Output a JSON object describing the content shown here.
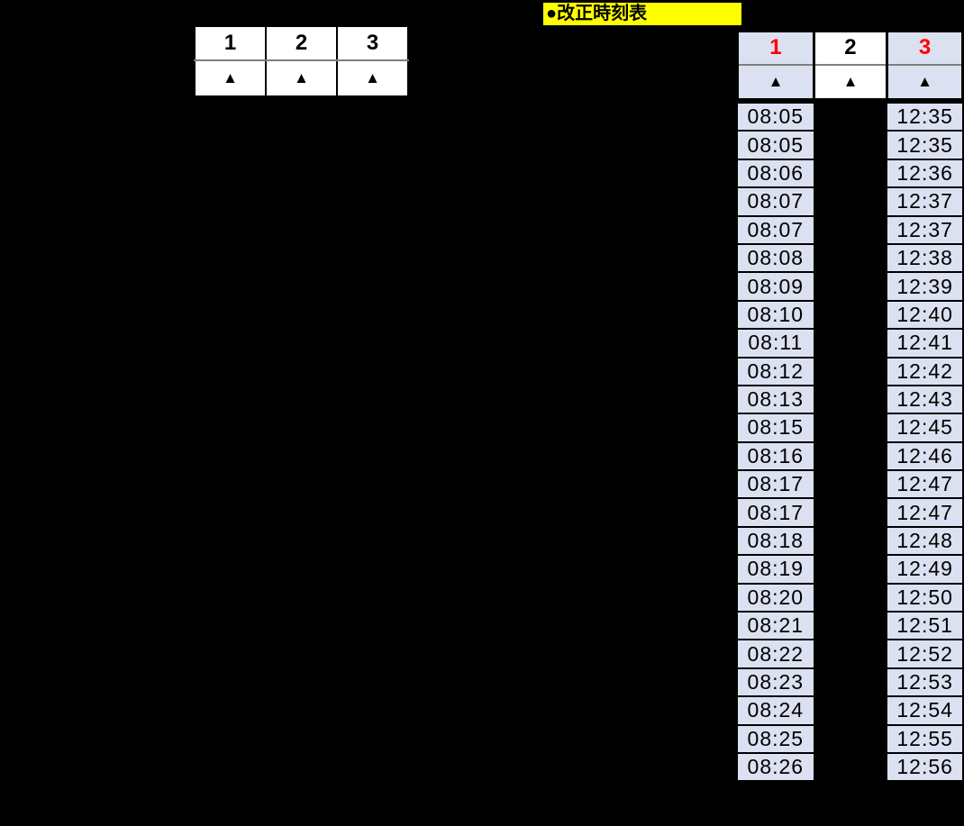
{
  "colors": {
    "page_bg": "#000000",
    "cell_lavender": "#DCE1F1",
    "cell_white": "#FFFFFF",
    "header_red": "#FF0000",
    "text_black": "#000000",
    "divider_gray": "#7F7F7F",
    "title_yellow": "#FFFF00"
  },
  "title": {
    "label": "●改正時刻表"
  },
  "legend_table": {
    "columns": [
      "1",
      "2",
      "3"
    ],
    "arrow": "▲"
  },
  "timetable": {
    "columns": [
      {
        "label": "1"
      },
      {
        "label": "2"
      },
      {
        "label": "3"
      }
    ],
    "arrow": "▲",
    "times": [
      [
        "08:05",
        "",
        "12:35"
      ],
      [
        "08:05",
        "",
        "12:35"
      ],
      [
        "08:06",
        "",
        "12:36"
      ],
      [
        "08:07",
        "",
        "12:37"
      ],
      [
        "08:07",
        "",
        "12:37"
      ],
      [
        "08:08",
        "",
        "12:38"
      ],
      [
        "08:09",
        "",
        "12:39"
      ],
      [
        "08:10",
        "",
        "12:40"
      ],
      [
        "08:11",
        "",
        "12:41"
      ],
      [
        "08:12",
        "",
        "12:42"
      ],
      [
        "08:13",
        "",
        "12:43"
      ],
      [
        "08:15",
        "",
        "12:45"
      ],
      [
        "08:16",
        "",
        "12:46"
      ],
      [
        "08:17",
        "",
        "12:47"
      ],
      [
        "08:17",
        "",
        "12:47"
      ],
      [
        "08:18",
        "",
        "12:48"
      ],
      [
        "08:19",
        "",
        "12:49"
      ],
      [
        "08:20",
        "",
        "12:50"
      ],
      [
        "08:21",
        "",
        "12:51"
      ],
      [
        "08:22",
        "",
        "12:52"
      ],
      [
        "08:23",
        "",
        "12:53"
      ],
      [
        "08:24",
        "",
        "12:54"
      ],
      [
        "08:25",
        "",
        "12:55"
      ],
      [
        "08:26",
        "",
        "12:56"
      ]
    ]
  }
}
